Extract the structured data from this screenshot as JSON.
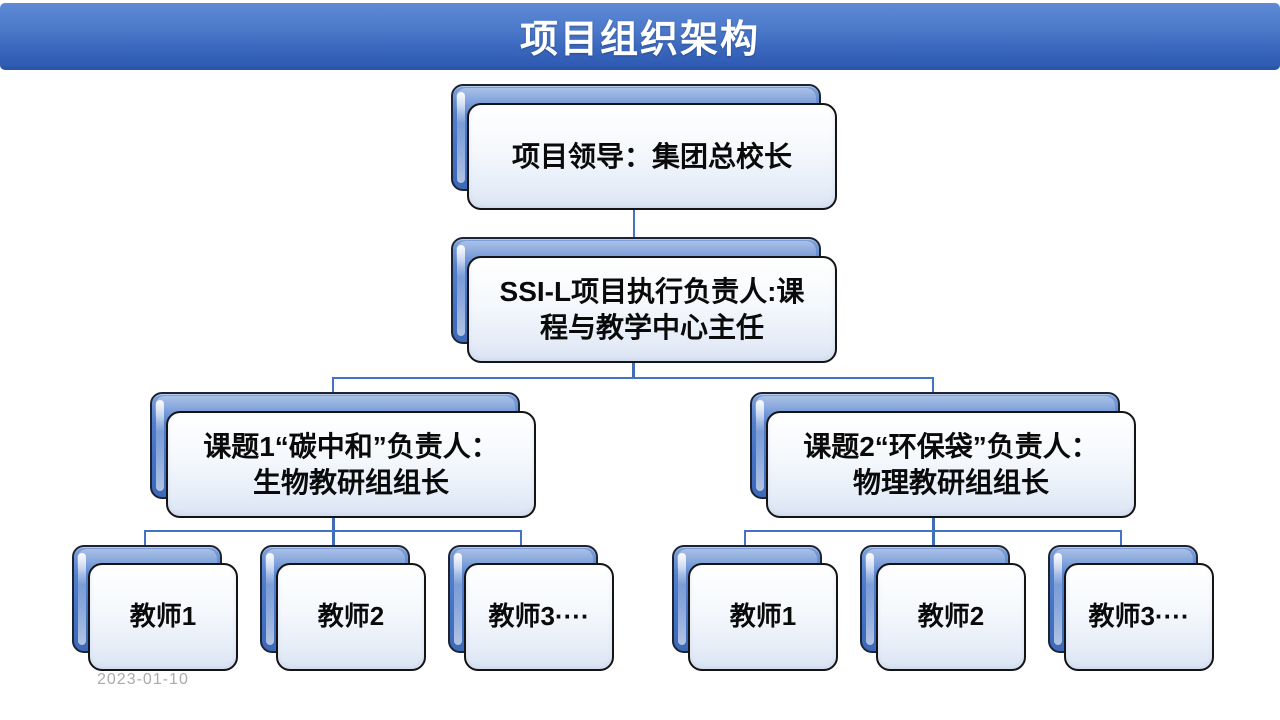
{
  "slide": {
    "title": "项目组织架构",
    "date": "2023-01-10"
  },
  "org_chart": {
    "level1": {
      "label": "项目领导：集团总校长"
    },
    "level2": {
      "label": "SSI-L项目执行负责人:课\n程与教学中心主任"
    },
    "branch1": {
      "label": "课题1“碳中和”负责人：\n生物教研组组长"
    },
    "branch2": {
      "label": "课题2“环保袋”负责人：\n物理教研组组长"
    },
    "branch1_children": [
      {
        "label": "教师1"
      },
      {
        "label": "教师2"
      },
      {
        "label": "教师3····"
      }
    ],
    "branch2_children": [
      {
        "label": "教师1"
      },
      {
        "label": "教师2"
      },
      {
        "label": "教师3····"
      }
    ],
    "colors": {
      "header_top": "#5e8ad6",
      "header_bottom": "#2e5ab2",
      "node_blue": "#4472c4",
      "node_face_bottom": "#dbe4f3",
      "connector": "#4472c4",
      "border": "#141414",
      "date_gray": "#ababab"
    }
  }
}
